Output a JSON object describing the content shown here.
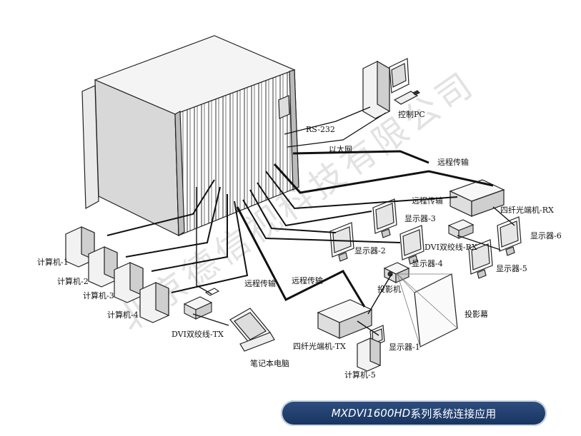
{
  "watermark": "北京德信视科技有限公司",
  "labels": {
    "control_pc": "控制PC",
    "rs232": "RS-232",
    "ethernet": "以太网",
    "remote_transmission": "远程传输",
    "fiber_rx": "四纤光端机-RX",
    "fiber_tx": "四纤光端机-TX",
    "monitor_1": "显示器-1",
    "monitor_2": "显示器-2",
    "monitor_3": "显示器-3",
    "monitor_4": "显示器-4",
    "monitor_5": "显示器-5",
    "monitor_6": "显示器-6",
    "dvi_twisted_rx": "DVI双绞线-RX",
    "dvi_twisted_tx": "DVI双绞线-TX",
    "projector": "投影机",
    "projector_screen": "投影幕",
    "computer_1": "计算机-1",
    "computer_2": "计算机-2",
    "computer_3": "计算机-3",
    "computer_4": "计算机-4",
    "computer_5": "计算机-5",
    "laptop": "笔记本电脑"
  },
  "caption": {
    "model": "MXDVI1600HD",
    "text": "系列系统连接应用"
  }
}
